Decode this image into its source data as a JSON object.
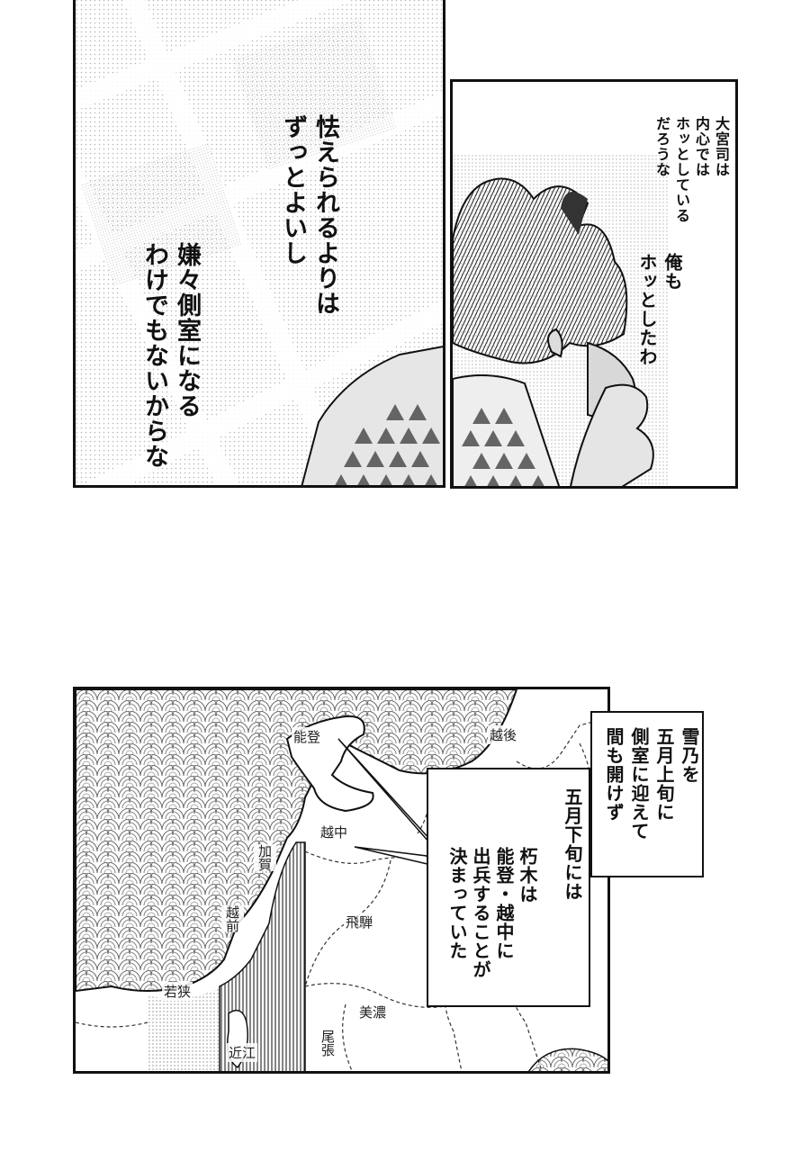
{
  "panel1": {
    "lines": [
      "怯えられるよりは",
      "ずっとよいし",
      "嫌々側室になる",
      "わけでもないからな"
    ]
  },
  "panel2": {
    "monologue_a": [
      "大宮司は",
      "内心では",
      "ホッとしている",
      "だろうな"
    ],
    "monologue_b": [
      "俺も",
      "ホッとしたわ"
    ]
  },
  "map": {
    "places": {
      "noto": "能登",
      "echigo": "越後",
      "etchu": "越中",
      "kaga": "加賀",
      "echizen": "越前",
      "hida": "飛騨",
      "wakasa": "若狭",
      "mino": "美濃",
      "owari": "尾張",
      "omi": "近江"
    },
    "caption_top": [
      "雪乃を",
      "五月上旬に",
      "側室に迎えて",
      "間も開けず"
    ],
    "caption_bottom": [
      "五月下旬には",
      "朽木は",
      "能登・越中に",
      "出兵することが",
      "決まっていた"
    ]
  },
  "colors": {
    "ink": "#111111",
    "paper": "#ffffff",
    "screentone": "#cfcfcf"
  }
}
